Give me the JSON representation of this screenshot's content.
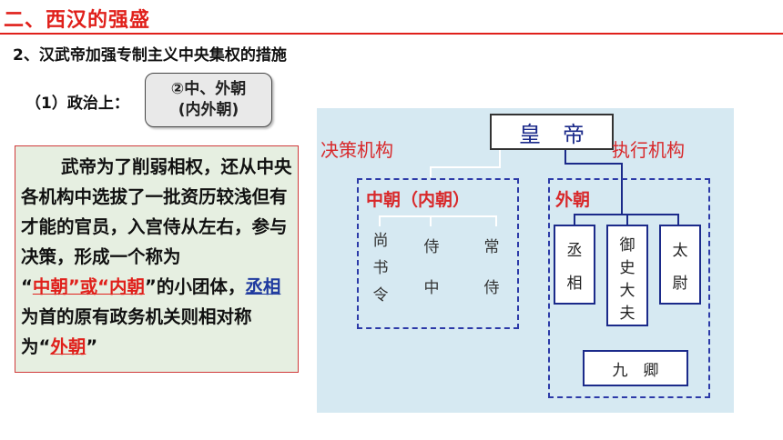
{
  "header": {
    "title": "二、西汉的强盛",
    "subtitle": "2、汉武帝加强专制主义中央集权的措施"
  },
  "politics": {
    "label": "（1）政治上：",
    "box_line1": "②中、外朝",
    "box_line2": "(内外朝)"
  },
  "explanation": {
    "part1": "武帝为了削弱相权，还从中央各机构中选拔了一批资历较浅但有才能的官员，入宫侍从左右，参与决策，形成一个称为",
    "q1_open": "“",
    "zhongchao": "中朝",
    "q1_close": "”或“",
    "neichao": "内朝",
    "q2_close": "”的小团体，",
    "chengxiang": "丞相",
    "part2": "为首的原有政务机关则相对称为“",
    "waichao": "外朝",
    "q3_close": "”"
  },
  "diagram": {
    "emperor": "皇　帝",
    "decision_label": "决策机构",
    "execution_label": "执行机构",
    "inner_court_label": "中朝（内朝）",
    "outer_court_label": "外朝",
    "inner_offices": [
      {
        "chars": [
          "尚",
          "书",
          "令"
        ]
      },
      {
        "chars": [
          "侍",
          "中"
        ]
      },
      {
        "chars": [
          "常",
          "侍"
        ]
      }
    ],
    "outer_offices": [
      {
        "chars": [
          "丞",
          "相"
        ]
      },
      {
        "chars": [
          "御",
          "史",
          "大",
          "夫"
        ]
      },
      {
        "chars": [
          "太",
          "尉"
        ]
      }
    ],
    "nine_ministers": "九　卿"
  }
}
